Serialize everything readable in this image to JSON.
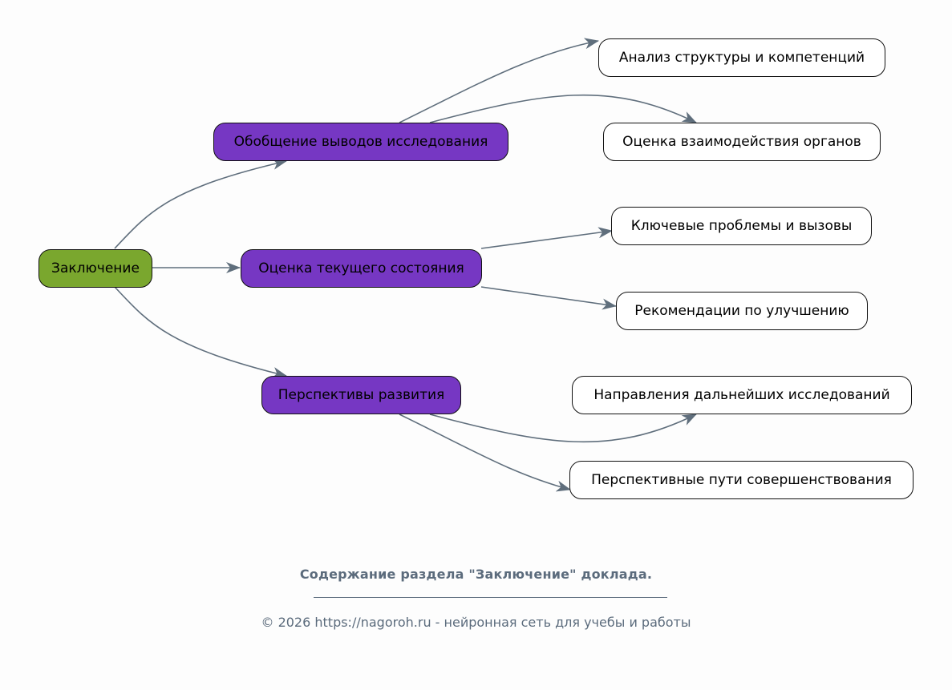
{
  "diagram": {
    "root": {
      "label": "Заключение",
      "color": "#7aa72e"
    },
    "branches": [
      {
        "label": "Обобщение выводов исследования",
        "color": "#7637c3",
        "children": [
          "Анализ структуры и компетенций",
          "Оценка взаимодействия органов"
        ]
      },
      {
        "label": "Оценка текущего состояния",
        "color": "#7637c3",
        "children": [
          "Ключевые проблемы и вызовы",
          "Рекомендации по улучшению"
        ]
      },
      {
        "label": "Перспективы развития",
        "color": "#7637c3",
        "children": [
          "Направления дальнейших исследований",
          "Перспективные пути совершенствования"
        ]
      }
    ],
    "edge_color": "#5f6e7c"
  },
  "caption": {
    "title": "Содержание раздела \"Заключение\" доклада.",
    "copyright": "© 2026 https://nagoroh.ru - нейронная сеть для учебы и работы"
  }
}
